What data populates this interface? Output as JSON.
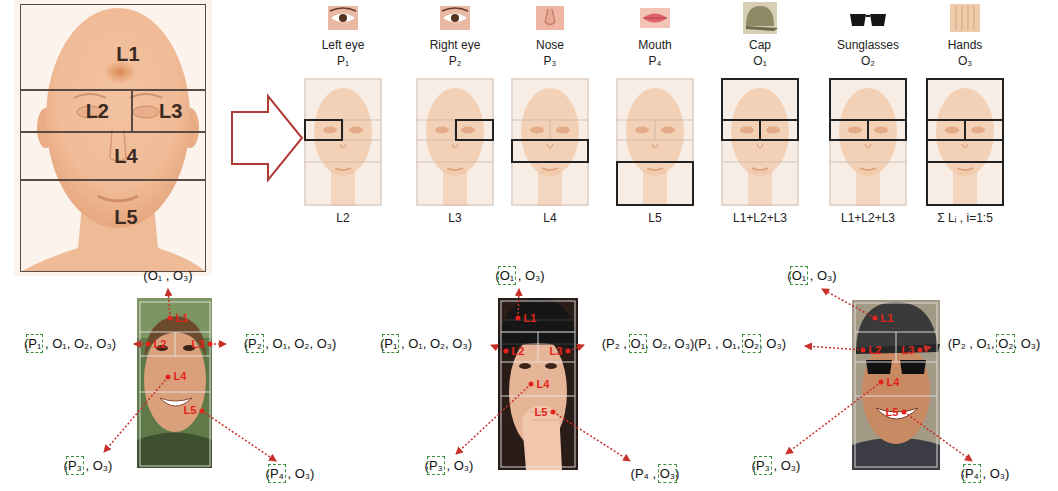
{
  "diagram": {
    "nodes": [
      {
        "text": [
          "L1"
        ]
      },
      {
        "text": [
          "L2"
        ]
      },
      {
        "text": [
          "L3"
        ]
      },
      {
        "text": [
          "L4"
        ]
      },
      {
        "text": [
          "L5"
        ]
      }
    ],
    "labels": [
      "Left eye",
      "P₁",
      "Right eye",
      "P₂",
      "Nose",
      "P₃",
      "Mouth",
      "P₄",
      "Cap",
      "O₁",
      "Sunglasses",
      "O₂",
      "Hands",
      "O₃",
      "L2",
      "L3",
      "L4",
      "L5",
      "L1+L2+L3",
      "L1+L2+L3",
      "Σ Lᵢ , i=1:5",
      "(O₁ , O₃)",
      "(P₁ , O₁, O₂, O₃)",
      "(P₂ , O₁, O₂, O₃)",
      "(P₃ , O₃)",
      "(P₄ , O₃)",
      "L1",
      "L2",
      "L3",
      "L4",
      "L5",
      "(O₁ , O₃)",
      "(P₁ , O₁, O₂, O₃)",
      "(P₂ , O₁, O₂, O₃)",
      "(P₃ , O₃)",
      "(P₄ , O₃)",
      "L1",
      "L2",
      "L3",
      "L4",
      "L5",
      "(O₁ , O₃)",
      "(P₁ , O₁, O₂, O₃)",
      "(P₂ , O₁, O₂, O₃)",
      "(P₃ , O₃)",
      "(P₄ , O₃)",
      "L1",
      "L2",
      "L3",
      "L4",
      "L5"
    ]
  }
}
